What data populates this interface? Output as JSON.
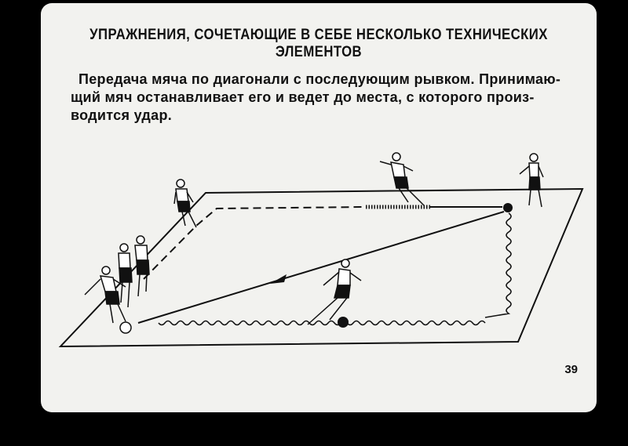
{
  "slide": {
    "title_line1": "УПРАЖНЕНИЯ, СОЧЕТАЮЩИЕ  В СЕБЕ  НЕСКОЛЬКО  ТЕХНИЧЕСКИХ",
    "title_line2": "ЭЛЕМЕНТОВ",
    "text_line1": "Передача мяча по диагонали с последующим рывком. Принимаю-",
    "text_line2": "щий мяч останавливает его и ведет до места, с которого произ-",
    "text_line3": "водится удар.",
    "page_number": "39"
  },
  "diagram": {
    "elements": [
      "field",
      "diagonal-pass-arrow",
      "dribble-path",
      "dashed-run-path",
      "sprint-segment",
      "players",
      "balls"
    ],
    "colors": {
      "background": "#f2f2ef",
      "ink": "#111111",
      "frame": "#000000"
    }
  }
}
